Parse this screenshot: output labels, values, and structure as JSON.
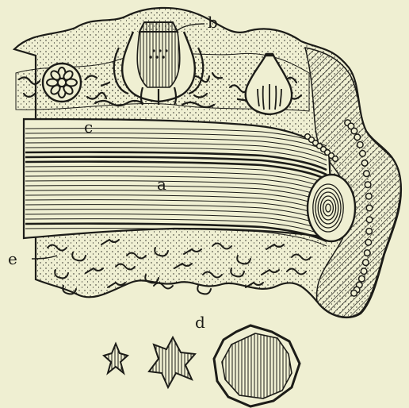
{
  "labels": {
    "a": "a",
    "b": "b",
    "c": "c",
    "d": "d",
    "e": "e"
  },
  "colors": {
    "paper": "#efefd2",
    "ink": "#1c1c18"
  }
}
